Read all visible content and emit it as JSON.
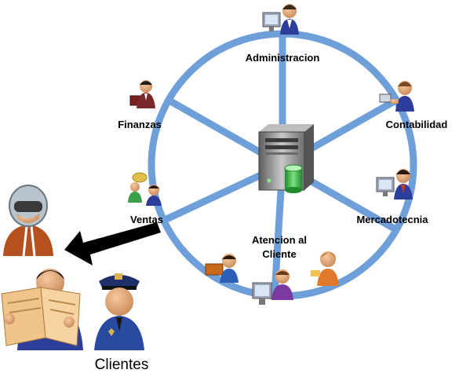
{
  "diagram": {
    "hub": {
      "icon": "server-database-icon"
    },
    "nodes": [
      {
        "id": "administracion",
        "label": "Administracion",
        "icon": "person-at-computer-icon"
      },
      {
        "id": "contabilidad",
        "label": "Contabilidad",
        "icon": "person-at-computer-icon"
      },
      {
        "id": "mercadotecnia",
        "label": "Mercadotecnia",
        "icon": "person-at-monitor-icon"
      },
      {
        "id": "atencion",
        "label_line1": "Atencion al",
        "label_line2": "Cliente",
        "icon": "support-agents-icon"
      },
      {
        "id": "ventas",
        "label": "Ventas",
        "icon": "salespeople-icon"
      },
      {
        "id": "finanzas",
        "label": "Finanzas",
        "icon": "person-with-briefcase-icon"
      }
    ],
    "clients": {
      "label": "Clientes",
      "icons": [
        "pilot-icon",
        "newspaper-reader-icon",
        "police-officer-icon"
      ]
    },
    "colors": {
      "ring": "#6f9fd8",
      "arrow": "#000000",
      "server": "#8a8a8a",
      "db": "#3bb54a"
    }
  }
}
